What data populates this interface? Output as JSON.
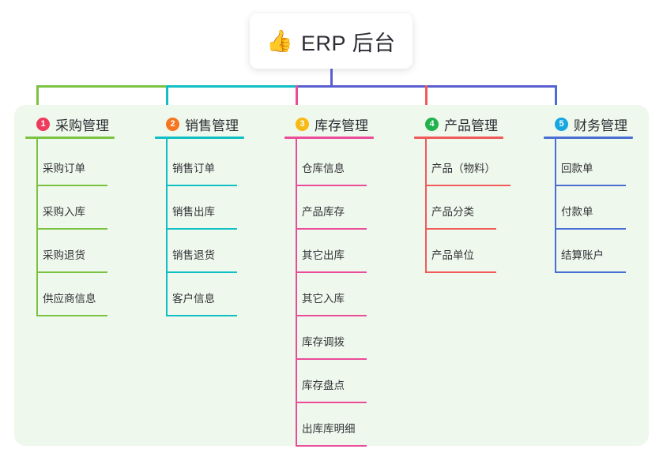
{
  "title": {
    "emoji": "👍",
    "emoji_name": "thumbs-up-emoji",
    "text": "ERP 后台"
  },
  "colors": {
    "panel_background": "#eff8ec",
    "page_background": "#ffffff",
    "root_connector": "#5a5fd0",
    "title_text": "#2b2b33",
    "leaf_text": "#33333a"
  },
  "columns": [
    {
      "number": "1",
      "title": "采购管理",
      "line_color": "#7cc242",
      "badge_color": "#ef3b5b",
      "items": [
        "采购订单",
        "采购入库",
        "采购退货",
        "供应商信息"
      ]
    },
    {
      "number": "2",
      "title": "销售管理",
      "line_color": "#0fbfc4",
      "badge_color": "#f47621",
      "items": [
        "销售订单",
        "销售出库",
        "销售退货",
        "客户信息"
      ]
    },
    {
      "number": "3",
      "title": "库存管理",
      "line_color": "#ea4c9a",
      "badge_color": "#f7b913",
      "items": [
        "仓库信息",
        "产品库存",
        "其它出库",
        "其它入库",
        "库存调拨",
        "库存盘点",
        "出库库明细"
      ]
    },
    {
      "number": "4",
      "title": "产品管理",
      "line_color": "#f05a5a",
      "badge_color": "#22b24c",
      "items": [
        "产品（物料）",
        "产品分类",
        "产品单位"
      ]
    },
    {
      "number": "5",
      "title": "财务管理",
      "line_color": "#4a6fd4",
      "badge_color": "#17a7e0",
      "items": [
        "回款单",
        "付款单",
        "结算账户"
      ]
    }
  ]
}
